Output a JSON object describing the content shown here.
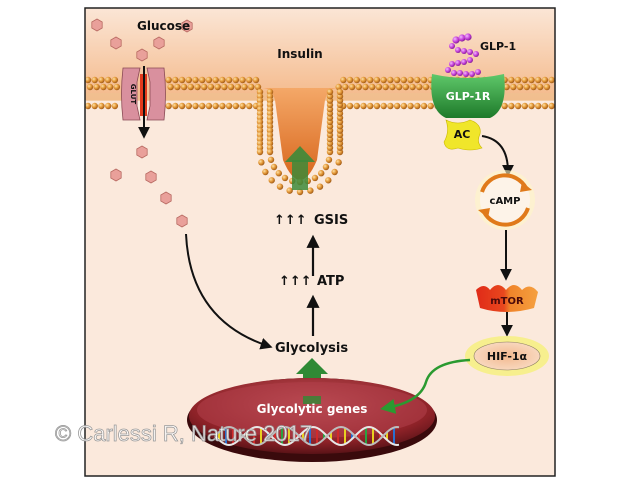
{
  "figure": {
    "labels": {
      "glucose": "Glucose",
      "glut": "GLUT",
      "insulin": "Insulin",
      "glp1": "GLP-1",
      "glp1r": "GLP-1R",
      "ac": "AC",
      "camp": "cAMP",
      "mtor": "mTOR",
      "hif1a": "HIF-1α",
      "gsis": "GSIS",
      "atp": "ATP",
      "glycolysis": "Glycolysis",
      "glycolytic_genes": "Glycolytic genes",
      "increase_marker": "↑↑↑"
    },
    "watermark": "© Carlessi R, Nature 2017",
    "colors": {
      "extracellular_top": "#f6c9a2",
      "cytoplasm": "#fbe9dc",
      "membrane": "#d98a2b",
      "glucose": "#e9a09a",
      "glut": "#d9909e",
      "glp1": "#c23dd6",
      "glp1r": "#2e9a3a",
      "ac": "#f0e62a",
      "camp_ring": "#e07a1a",
      "mtor_left": "#e23a1c",
      "mtor_right": "#f08a2a",
      "hif1a": "#f6c6a0",
      "nucleus": "#9b2a2e",
      "green_arrow": "#2f8a35",
      "black_arrow": "#111111"
    }
  }
}
